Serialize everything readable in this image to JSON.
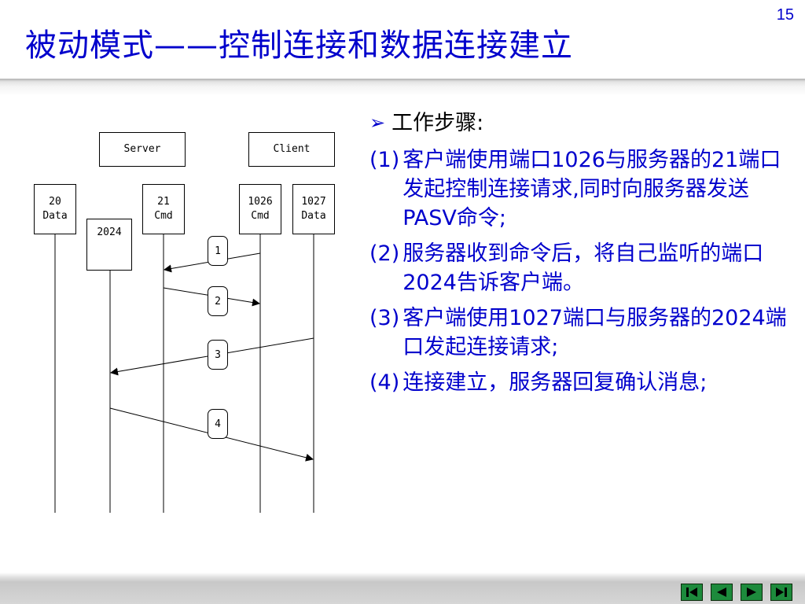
{
  "page": {
    "number": "15",
    "title": "被动模式——控制连接和数据连接建立"
  },
  "diagram": {
    "top_boxes": [
      {
        "label": "Server"
      },
      {
        "label": "Client"
      }
    ],
    "lifelines": [
      {
        "line1": "20",
        "line2": "Data"
      },
      {
        "line1": "21",
        "line2": "Cmd"
      },
      {
        "line1": "1026",
        "line2": "Cmd"
      },
      {
        "line1": "1027",
        "line2": "Data"
      },
      {
        "line1": "2024",
        "line2": ""
      }
    ],
    "messages": [
      {
        "label": "1",
        "from": "1026 Cmd",
        "to": "21 Cmd"
      },
      {
        "label": "2",
        "from": "21 Cmd",
        "to": "1026 Cmd"
      },
      {
        "label": "3",
        "from": "1027 Data",
        "to": "2024"
      },
      {
        "label": "4",
        "from": "2024",
        "to": "1027 Data"
      }
    ]
  },
  "content": {
    "heading": "工作步骤:",
    "steps": [
      {
        "num": "(1)",
        "text": "客户端使用端口1026与服务器的21端口发起控制连接请求,同时向服务器发送PASV命令;"
      },
      {
        "num": "(2)",
        "text": "服务器收到命令后，将自己监听的端口2024告诉客户端。"
      },
      {
        "num": "(3)",
        "text": "客户端使用1027端口与服务器的2024端口发起连接请求;"
      },
      {
        "num": "(4)",
        "text": "连接建立，服务器回复确认消息;"
      }
    ]
  },
  "navigation": [
    {
      "icon": "first-slide-icon"
    },
    {
      "icon": "previous-slide-icon"
    },
    {
      "icon": "next-slide-icon"
    },
    {
      "icon": "last-slide-icon"
    }
  ],
  "colors": {
    "title": "#0000cc",
    "body_text": "#0000cc",
    "nav_button": "#1d8a3c"
  }
}
